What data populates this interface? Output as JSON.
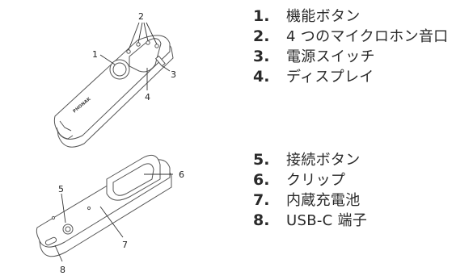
{
  "figure": {
    "brand_text": "PHONAK",
    "callouts_top": [
      "2",
      "1",
      "3",
      "4"
    ],
    "callouts_bottom": [
      "6",
      "5",
      "7",
      "8"
    ]
  },
  "legend_top": [
    {
      "num": "1.",
      "text": "機能ボタン"
    },
    {
      "num": "2.",
      "text": "4 つのマイクロホン音口"
    },
    {
      "num": "3.",
      "text": "電源スイッチ"
    },
    {
      "num": "4.",
      "text": "ディスプレイ"
    }
  ],
  "legend_bottom": [
    {
      "num": "5.",
      "text": "接続ボタン"
    },
    {
      "num": "6.",
      "text": "クリップ"
    },
    {
      "num": "7.",
      "text": "内蔵充電池"
    },
    {
      "num": "8.",
      "text": "USB-C 端子"
    }
  ]
}
